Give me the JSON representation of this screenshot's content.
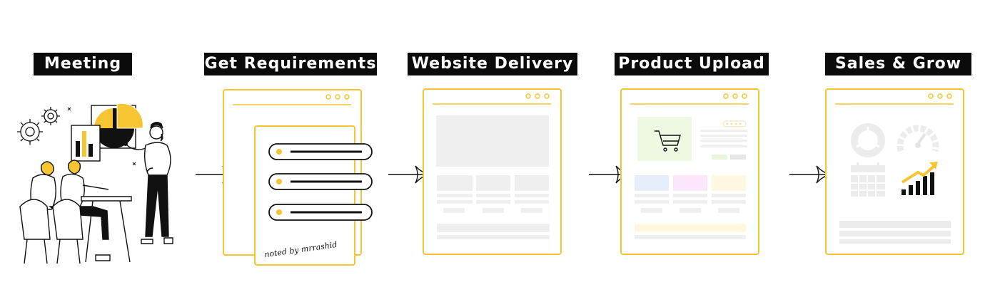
{
  "colors": {
    "accent": "#f7c531",
    "black": "#111111",
    "gray": "#efefef",
    "ink": "#0b0b0b"
  },
  "steps": [
    {
      "label": "Meeting",
      "icon": "meeting-illustration"
    },
    {
      "label": "Get Requirements",
      "icon": "requirements-document",
      "note": "noted by mrrashid"
    },
    {
      "label": "Website Delivery",
      "icon": "website-wireframe"
    },
    {
      "label": "Product Upload",
      "icon": "shopping-cart-icon"
    },
    {
      "label": "Sales & Grow",
      "icon": "growth-chart-icon"
    }
  ],
  "arrows": [
    "arrow-right-icon",
    "arrow-right-icon",
    "arrow-right-icon",
    "arrow-right-icon"
  ]
}
